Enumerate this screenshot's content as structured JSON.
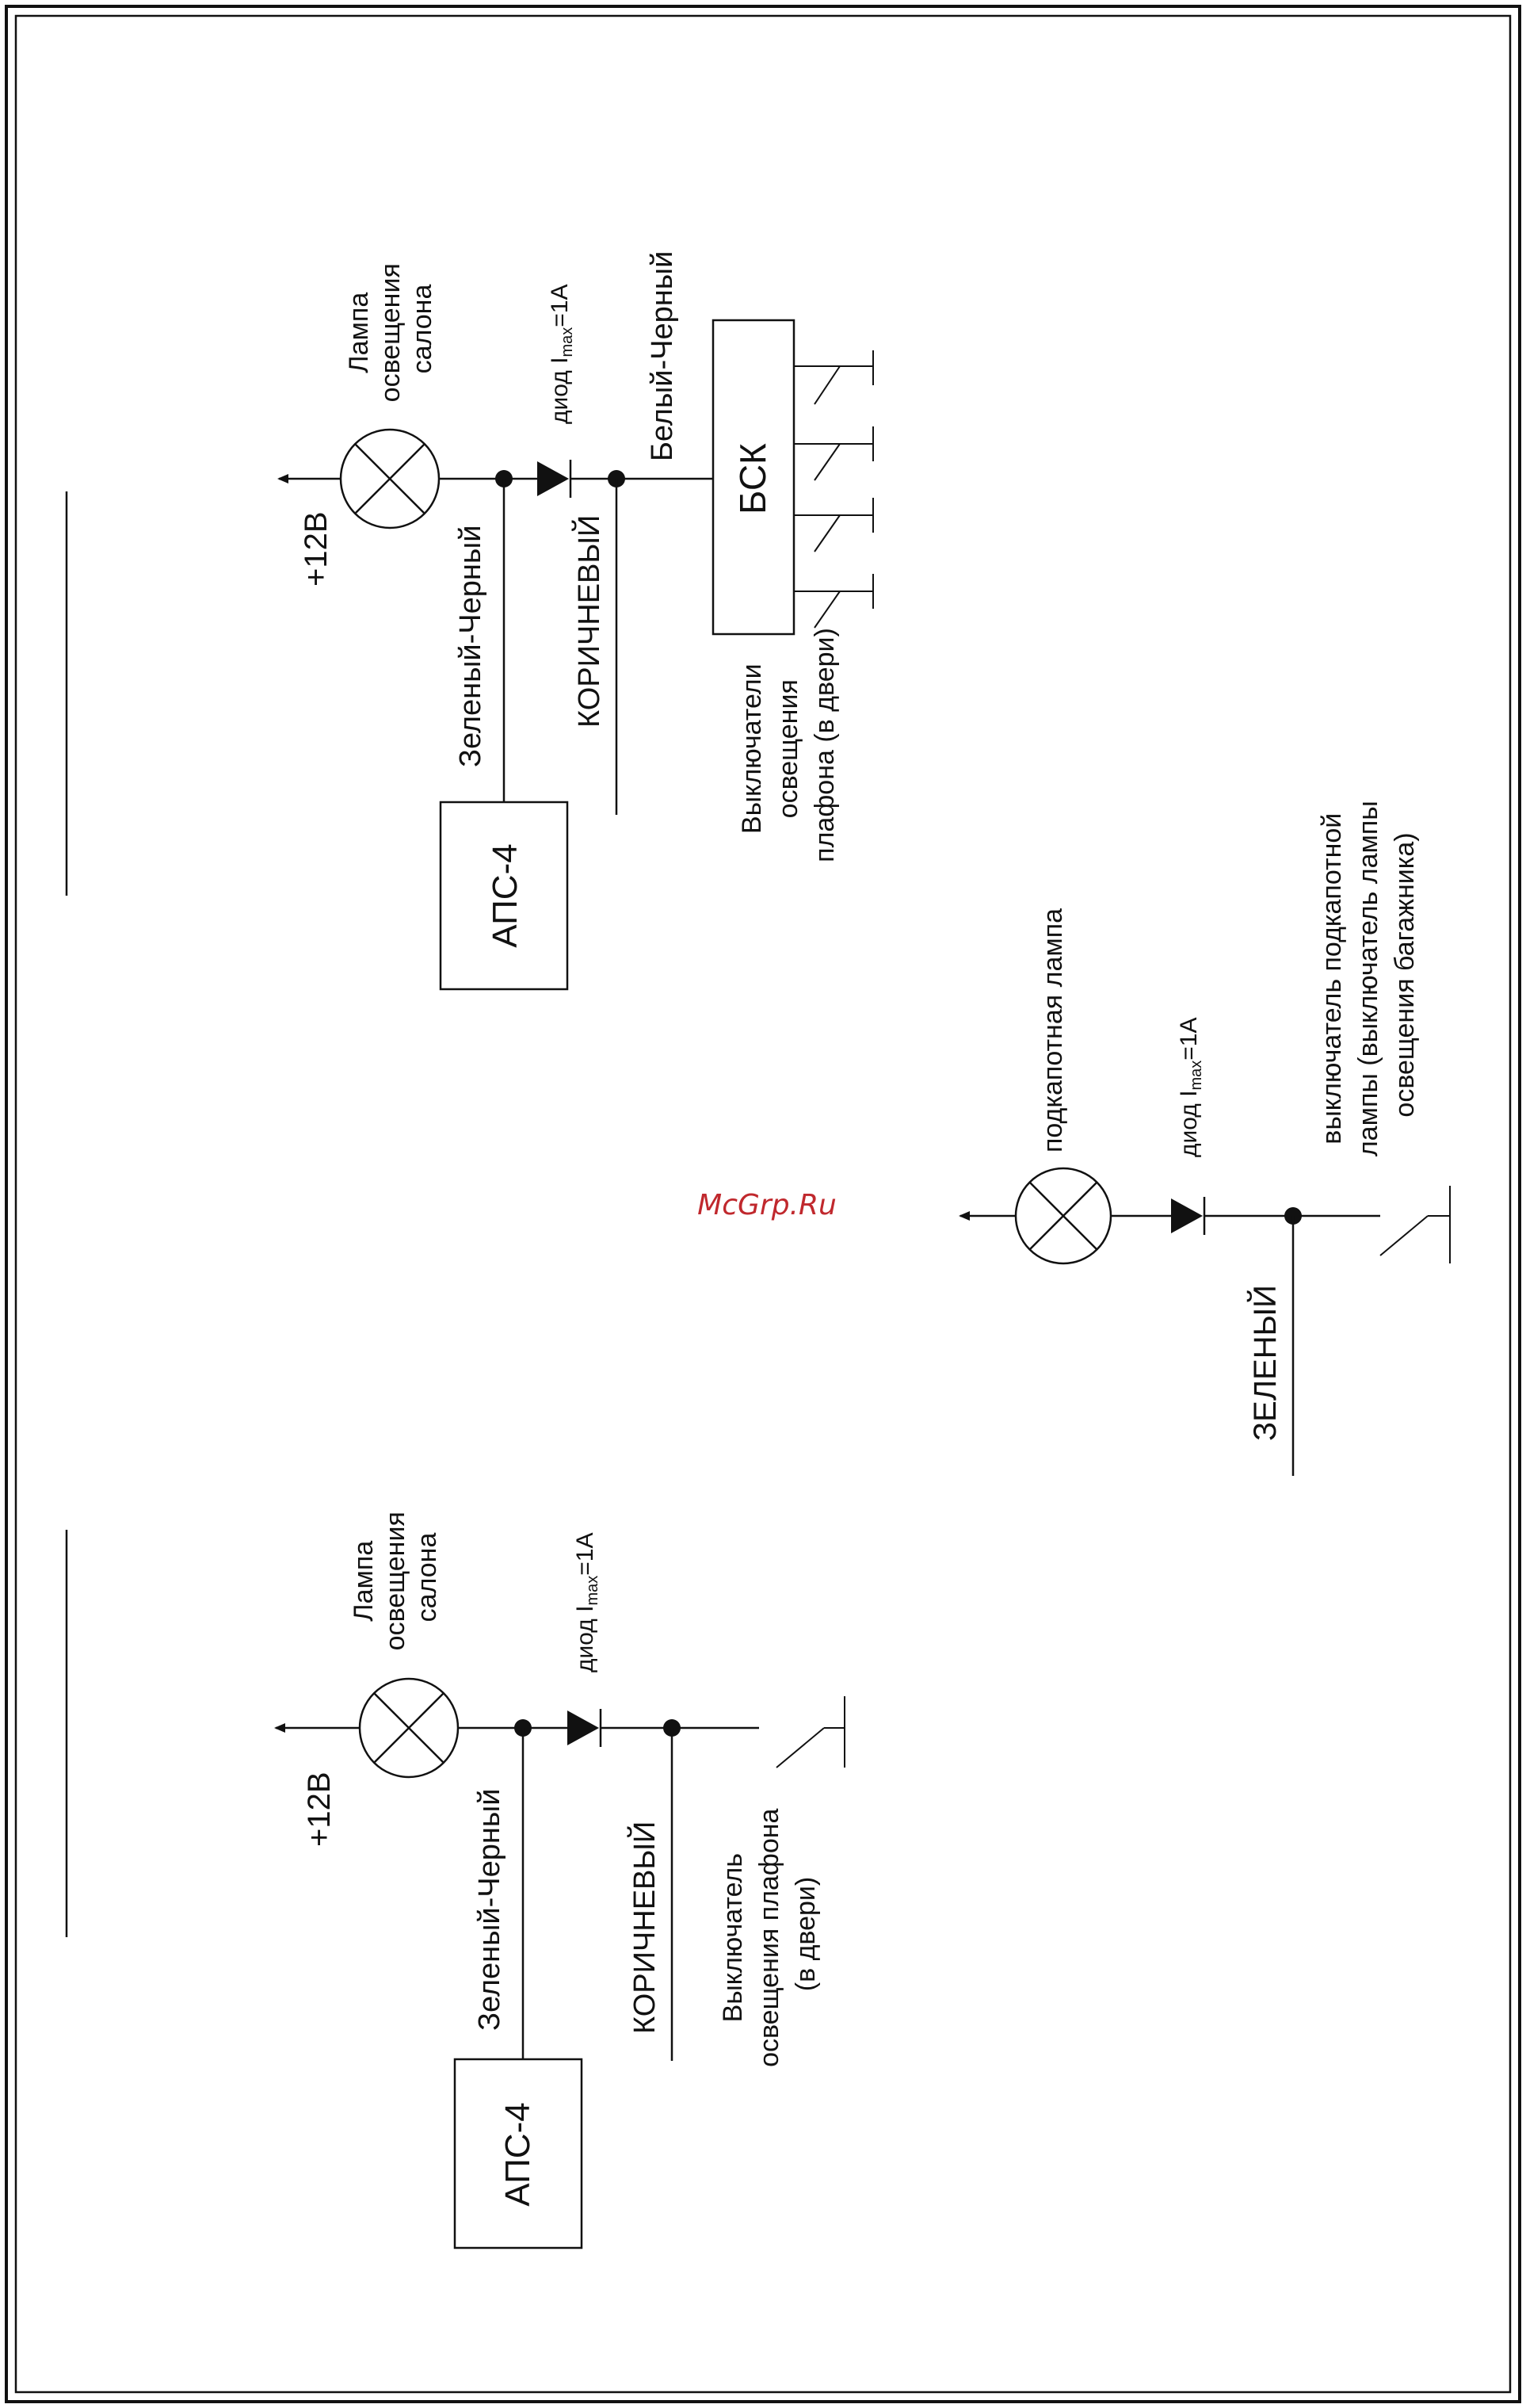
{
  "watermark": "McGrp.Ru",
  "circuit_bsk": {
    "supply": "+12В",
    "lamp_label": [
      "Лампа",
      "освещения",
      "салона"
    ],
    "diode_prefix": "диод I",
    "diode_sub": "max",
    "diode_suffix": "=1А",
    "wire_apc": "Зеленый-Черный",
    "wire_brown": "КОРИЧНЕВЫЙ",
    "wire_bsk": "Белый-Черный",
    "unit_bsk": "БСК",
    "unit_apc": "АПС-4",
    "switches_label": [
      "Выключатели",
      "освещения",
      "плафона (в двери)"
    ]
  },
  "circuit_hood": {
    "lamp_label": "подкапотная лампа",
    "diode_prefix": "диод I",
    "diode_sub": "max",
    "diode_suffix": "=1А",
    "wire_green": "ЗЕЛЕНЫЙ",
    "switch_label": [
      "выключатель подкапотной",
      "лампы (выключатель лампы",
      "освещения багажника)"
    ]
  },
  "circuit_single": {
    "supply": "+12В",
    "lamp_label": [
      "Лампа",
      "освещения",
      "салона"
    ],
    "diode_prefix": "диод I",
    "diode_sub": "max",
    "diode_suffix": "=1А",
    "wire_apc": "Зеленый-Черный",
    "wire_brown": "КОРИЧНЕВЫЙ",
    "unit_apc": "АПС-4",
    "switch_label": [
      "Выключатель",
      "освещения плафона",
      "(в двери)"
    ]
  }
}
